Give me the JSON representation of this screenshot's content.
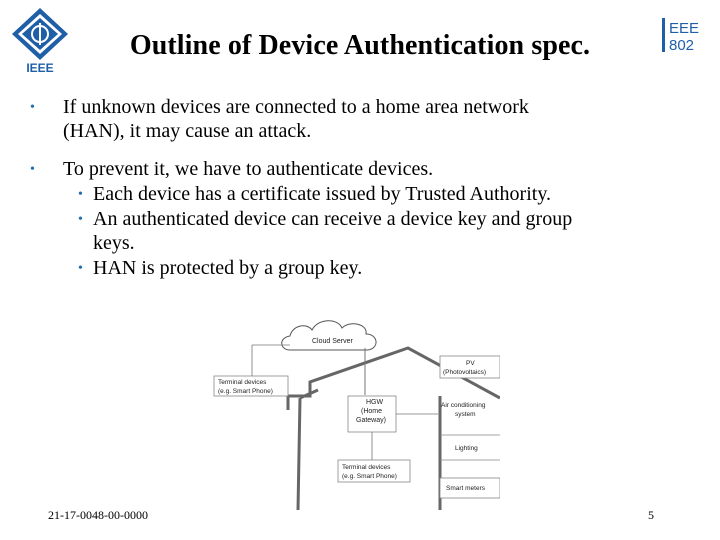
{
  "header": {
    "title": "Outline of Device Authentication spec.",
    "ieee_logo_text": "IEEE",
    "wg_logo_line1": "EEE",
    "wg_logo_line2": "802"
  },
  "bullets": [
    {
      "text_line1": "If unknown devices are connected to a home area network",
      "text_line2": "(HAN), it may cause an attack."
    },
    {
      "text": "To prevent it, we have to authenticate devices.",
      "sub": [
        {
          "text": "Each device has a certificate issued by Trusted Authority."
        },
        {
          "text_line1": "An authenticated device can receive a device key and group",
          "text_line2": "keys."
        },
        {
          "text": "HAN is protected by a group key."
        }
      ]
    }
  ],
  "diagram": {
    "cloud_label": "Cloud Server",
    "terminal_top_line1": "Terminal devices",
    "terminal_top_line2": "(e.g. Smart Phone)",
    "hgw_line1": "HGW",
    "hgw_line2": "(Home",
    "hgw_line3": "Gateway)",
    "terminal_bottom_line1": "Terminal devices",
    "terminal_bottom_line2": "(e.g. Smart Phone)",
    "pv_line1": "PV",
    "pv_line2": "(Photovoltaics)",
    "ac_line1": "Air conditioning",
    "ac_line2": "system",
    "lighting": "Lighting",
    "smart_meters": "Smart meters"
  },
  "footer": {
    "doc_id": "21-17-0048-00-0000",
    "page": "5"
  }
}
